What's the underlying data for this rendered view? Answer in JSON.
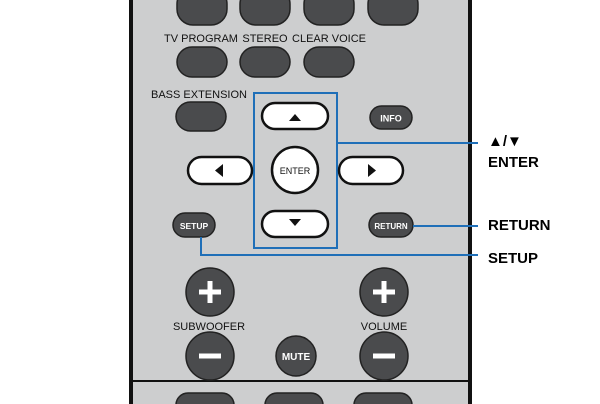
{
  "remote": {
    "labels": {
      "tv_program": "TV PROGRAM",
      "stereo": "STEREO",
      "clear_voice": "CLEAR VOICE",
      "bass_extension": "BASS EXTENSION",
      "subwoofer": "SUBWOOFER",
      "volume": "VOLUME"
    },
    "buttons": {
      "info": "INFO",
      "enter": "ENTER",
      "setup": "SETUP",
      "return": "RETURN",
      "mute": "MUTE"
    }
  },
  "callouts": {
    "arrows": "▲/▼",
    "enter": "ENTER",
    "return": "RETURN",
    "setup": "SETUP"
  },
  "colors": {
    "body": "#cdcecf",
    "button": "#4a4b4d",
    "callout_line": "#1f6fb8"
  },
  "icons": [
    "up-arrow-icon",
    "down-arrow-icon",
    "left-arrow-icon",
    "right-arrow-icon",
    "plus-icon",
    "minus-icon"
  ]
}
